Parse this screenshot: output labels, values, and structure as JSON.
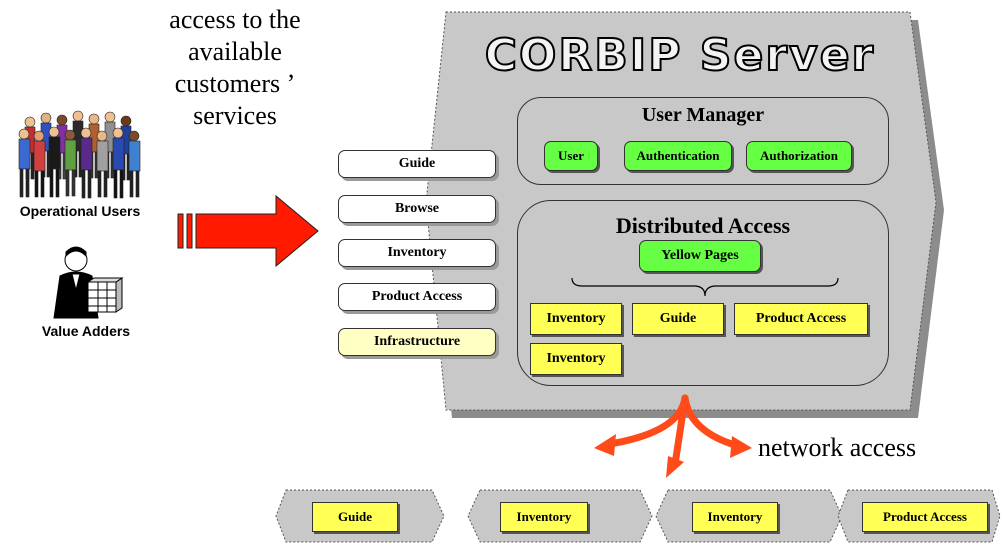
{
  "caption": {
    "line1": "access to the",
    "line2": "available",
    "line3": "customers ’",
    "line4": "services"
  },
  "users": {
    "operational_label": "Operational Users",
    "value_adders_label": "Value Adders"
  },
  "services": [
    {
      "label": "Guide"
    },
    {
      "label": "Browse"
    },
    {
      "label": "Inventory"
    },
    {
      "label": "Product Access"
    },
    {
      "label": "Infrastructure"
    }
  ],
  "server": {
    "title": "CORBIP Server",
    "user_manager": {
      "title": "User Manager",
      "items": [
        "User",
        "Authentication",
        "Authorization"
      ]
    },
    "distributed_access": {
      "title": "Distributed Access",
      "yellow_pages": "Yellow Pages",
      "items": [
        "Inventory",
        "Guide",
        "Product Access",
        "Inventory"
      ]
    }
  },
  "network_label": "network access",
  "nodes": [
    "Guide",
    "Inventory",
    "Inventory",
    "Product Access"
  ],
  "colors": {
    "server_gray": "#c8c8c8",
    "shadow_gray": "#8c8c8c",
    "green": "#66ff44",
    "yellow": "#ffff55",
    "pale_yellow": "#ffffc4",
    "arrow_red": "#ff1a00",
    "network_orange": "#ff4a1a"
  }
}
